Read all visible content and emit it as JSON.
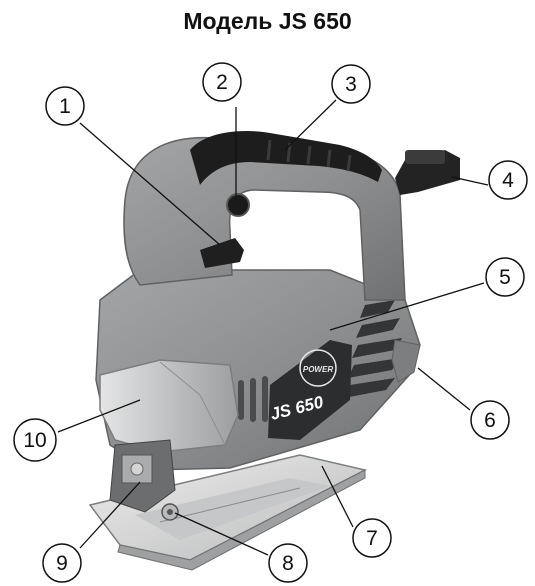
{
  "title": "Модель JS 650",
  "product": {
    "model_label": "JS 650",
    "brand_label": "POWER"
  },
  "callouts": [
    {
      "number": "1"
    },
    {
      "number": "2"
    },
    {
      "number": "3"
    },
    {
      "number": "4"
    },
    {
      "number": "5"
    },
    {
      "number": "6"
    },
    {
      "number": "7"
    },
    {
      "number": "8"
    },
    {
      "number": "9"
    },
    {
      "number": "10"
    }
  ],
  "colors": {
    "body_gray": "#8d8f91",
    "dark_gray": "#5e6062",
    "handle_black": "#1d1d1d",
    "chrome": "#c9cbcd",
    "plate": "#d7d8d9",
    "line": "#111111"
  }
}
